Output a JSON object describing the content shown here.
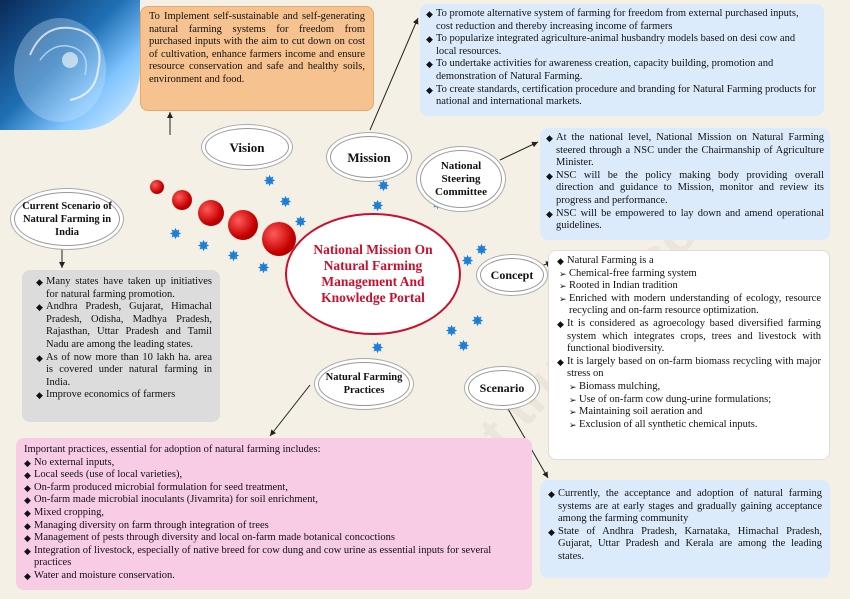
{
  "center_title": "National Mission On Natural Farming Management And Knowledge Portal",
  "nodes": {
    "vision": "Vision",
    "mission": "Mission",
    "steering": "National Steering Committee",
    "concept": "Concept",
    "scenario": "Scenario",
    "practices": "Natural Farming Practices",
    "current": "Current Scenario of Natural Farming in India"
  },
  "vision_text": "To Implement self-sustainable and self-generating natural farming systems for freedom from purchased inputs with the aim to cut down on cost of cultivation, enhance farmers income and ensure resource conservation and safe and healthy soils, environment and food.",
  "mission_items": [
    "To promote alternative system of farming for freedom from external purchased inputs, cost reduction and thereby increasing income of farmers",
    "To popularize integrated agriculture-animal husbandry models based on desi cow and local resources.",
    "To undertake activities for awareness creation, capacity building, promotion and demonstration of Natural Farming.",
    "To create standards, certification procedure and branding for Natural Farming products for national and international markets."
  ],
  "steering_items": [
    "At the national level, National Mission on Natural Farming steered through a NSC under the Chairmanship of Agriculture Minister.",
    "NSC will be the policy making body providing overall direction and guidance to Mission, monitor and review its progress and performance.",
    "NSC will be empowered to lay down and amend operational guidelines."
  ],
  "concept": {
    "intro": "Natural Farming is a",
    "points": [
      "Chemical-free farming system",
      "Rooted in Indian tradition",
      "Enriched with modern understanding of ecology, resource recycling and on-farm resource optimization."
    ],
    "item2": "It is considered as agroecology based diversified farming system which integrates crops, trees and livestock with functional biodiversity.",
    "item3": "It is largely based on on-farm biomass recycling with major stress on",
    "subpoints": [
      "Biomass mulching,",
      "Use of on-farm cow dung-urine formulations;",
      "Maintaining soil aeration and",
      "Exclusion of all synthetic chemical inputs."
    ]
  },
  "scenario_items": [
    "Currently, the acceptance and adoption of natural farming systems are at early stages and gradually gaining acceptance among the farming community",
    "State of Andhra Pradesh, Karnataka, Himachal Pradesh, Gujarat, Uttar Pradesh and Kerala are among the leading states."
  ],
  "current_items": [
    "Many states have taken up initiatives for natural farming promotion.",
    "Andhra Pradesh, Gujarat, Himachal Pradesh, Odisha, Madhya Pradesh, Rajasthan, Uttar Pradesh and Tamil Nadu are among the leading states.",
    "As of now more than 10 lakh ha. area is covered under natural farming in India.",
    "Improve economics of farmers"
  ],
  "practices": {
    "intro": "Important practices, essential for adoption of natural farming includes:",
    "items": [
      "No external inputs,",
      "Local seeds (use of local varieties),",
      "On-farm produced microbial formulation for seed treatment,",
      "On-farm made microbial inoculants (Jivamrita) for soil enrichment,",
      "Mixed cropping,",
      "Managing diversity on farm through integration of trees",
      "Management of pests through diversity and local on-farm made botanical concoctions",
      "Integration of livestock, especially of native breed for cow dung and cow urine as essential inputs for several practices",
      "Water and moisture conservation."
    ]
  },
  "watermark": "most trusted source",
  "colors": {
    "title_red": "#c8102e",
    "star_blue": "#1e7fd6",
    "vision_bg": "#f6c28f",
    "info_bg": "#dcebfb",
    "practices_bg": "#f8cce4"
  }
}
